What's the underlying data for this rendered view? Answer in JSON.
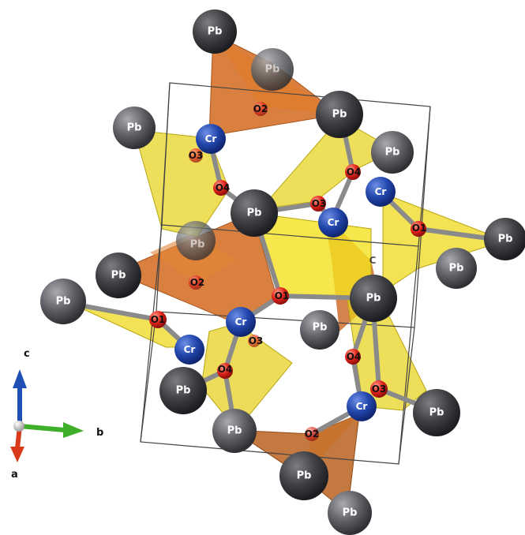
{
  "structure": {
    "elements": {
      "Pb": {
        "label": "Pb",
        "color": "#5a5c61"
      },
      "Cr": {
        "label": "Cr",
        "color": "#1c3fa6"
      },
      "O": {
        "label": "O",
        "color": "#e0241c"
      }
    },
    "colors": {
      "tetrahedron_CrO4": "#e8d21a",
      "polyhedron_Pb": "#d2691e",
      "cell_edge": "#444444",
      "bond": "#8a8a8a"
    },
    "atom_labels": {
      "pb": "Pb",
      "cr": "Cr",
      "o1": "O1",
      "o2": "O2",
      "o3": "O3",
      "o4": "O4",
      "c_partial": "C"
    }
  },
  "axes": {
    "a": {
      "label": "a",
      "color": "#d93a1a"
    },
    "b": {
      "label": "b",
      "color": "#3fae2a"
    },
    "c": {
      "label": "c",
      "color": "#1f4fb5"
    }
  }
}
